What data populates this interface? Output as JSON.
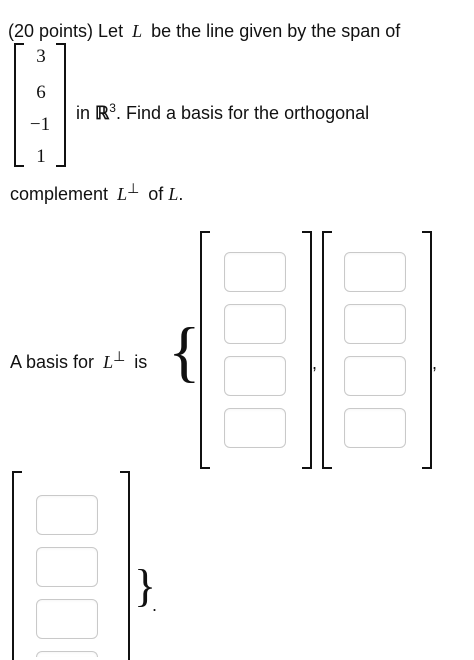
{
  "problem": {
    "intro_points": "(20 points) Let",
    "var_L": "L",
    "intro_rest": "be the line given by the span of",
    "vector": [
      "3",
      "6",
      "−1",
      "1"
    ],
    "in_text": "in",
    "space": "ℝ",
    "exp": "3",
    "find_text": ". Find a basis for the orthogonal",
    "complement_text": "complement",
    "L_perp_base": "L",
    "perp": "⊥",
    "of_text": "of",
    "var_L2": "L",
    "period": "."
  },
  "answer": {
    "label_prefix": "A basis for",
    "L": "L",
    "perp": "⊥",
    "is": "is",
    "open_brace": "{",
    "close_brace": "}",
    "comma": ",",
    "period": ".",
    "vectors": [
      [
        "",
        "",
        "",
        ""
      ],
      [
        "",
        "",
        "",
        ""
      ],
      [
        "",
        "",
        "",
        ""
      ]
    ]
  }
}
